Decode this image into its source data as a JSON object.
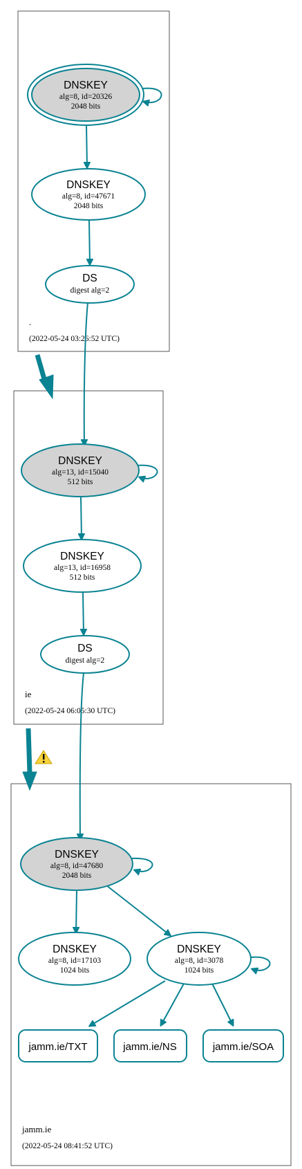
{
  "colors": {
    "edge": "#0a8392",
    "node_fill_key": "#d3d3d3",
    "node_fill_plain": "#ffffff",
    "zone_border": "#555555",
    "warning_fill": "#f7d23c"
  },
  "zones": [
    {
      "name": ".",
      "timestamp": "(2022-05-24 03:26:52 UTC)",
      "nodes": [
        {
          "title": "DNSKEY",
          "line1": "alg=8, id=20326",
          "line2": "2048 bits"
        },
        {
          "title": "DNSKEY",
          "line1": "alg=8, id=47671",
          "line2": "2048 bits"
        },
        {
          "title": "DS",
          "line1": "digest alg=2"
        }
      ]
    },
    {
      "name": "ie",
      "timestamp": "(2022-05-24 06:05:30 UTC)",
      "nodes": [
        {
          "title": "DNSKEY",
          "line1": "alg=13, id=15040",
          "line2": "512 bits"
        },
        {
          "title": "DNSKEY",
          "line1": "alg=13, id=16958",
          "line2": "512 bits"
        },
        {
          "title": "DS",
          "line1": "digest alg=2"
        }
      ]
    },
    {
      "name": "jamm.ie",
      "timestamp": "(2022-05-24 08:41:52 UTC)",
      "nodes": [
        {
          "title": "DNSKEY",
          "line1": "alg=8, id=47680",
          "line2": "2048 bits"
        },
        {
          "title": "DNSKEY",
          "line1": "alg=8, id=17103",
          "line2": "1024 bits"
        },
        {
          "title": "DNSKEY",
          "line1": "alg=8, id=3078",
          "line2": "1024 bits"
        }
      ],
      "rrsets": [
        "jamm.ie/TXT",
        "jamm.ie/NS",
        "jamm.ie/SOA"
      ]
    }
  ],
  "warning_icon": "warning-triangle-icon"
}
